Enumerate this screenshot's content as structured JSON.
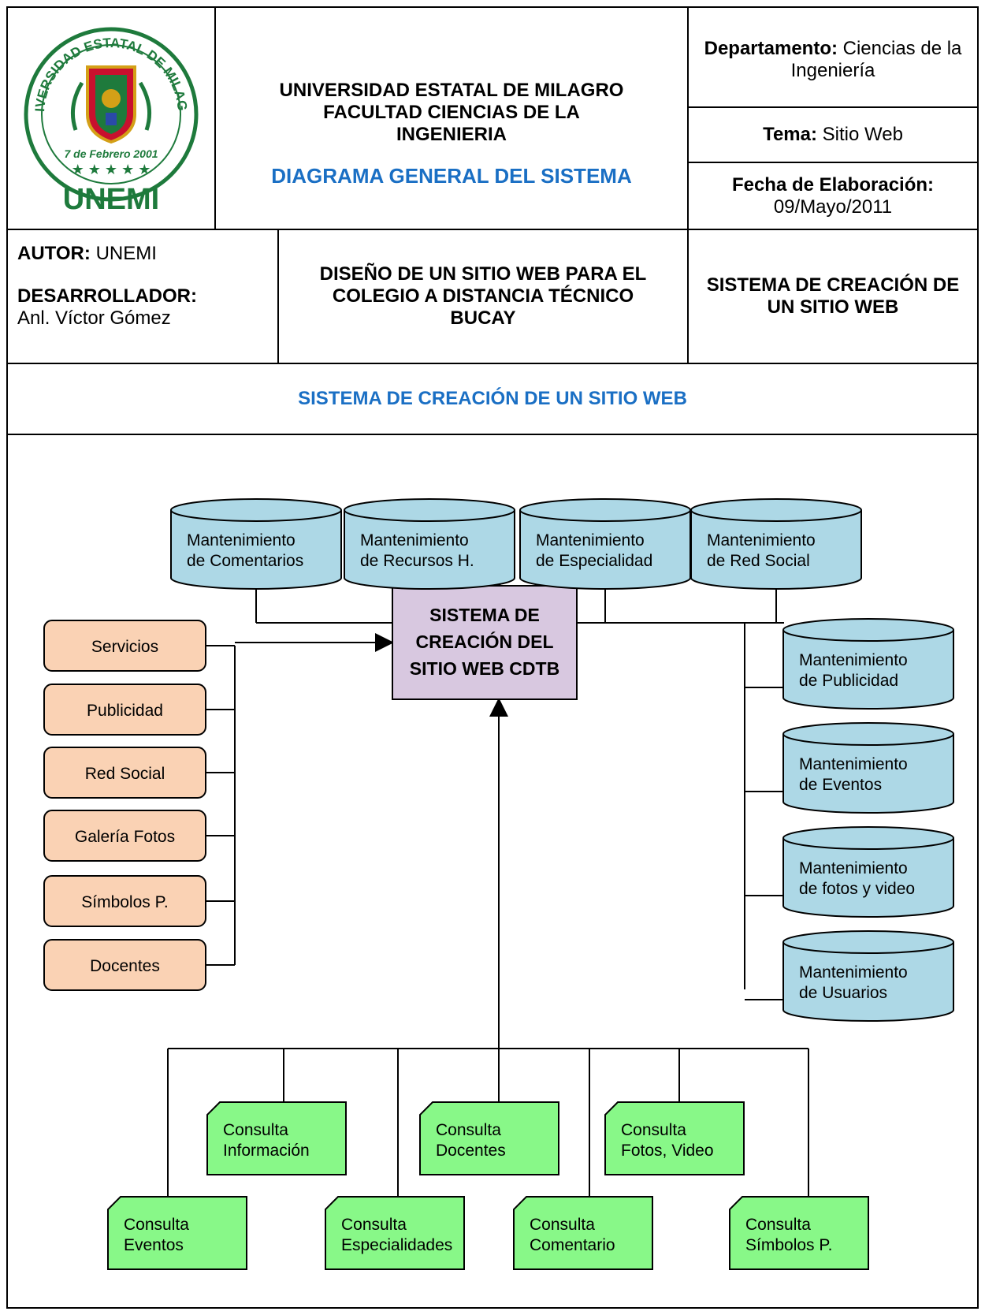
{
  "header": {
    "logo": {
      "ring_text": "UNIVERSIDAD ESTATAL DE MILAGRO",
      "date_text": "7 de Febrero 2001",
      "brand": "UNEMI",
      "colors": {
        "green": "#1e7a3c",
        "red": "#c8102e",
        "gold": "#d4a017"
      }
    },
    "university": "UNIVERSIDAD ESTATAL DE MILAGRO",
    "faculty": "FACULTAD CIENCIAS DE LA INGENIERIA",
    "diagram_title": "DIAGRAMA GENERAL DEL SISTEMA",
    "departamento_label": "Departamento:",
    "departamento_value": "Ciencias de la Ingeniería",
    "tema_label": "Tema:",
    "tema_value": "Sitio Web",
    "fecha_label": "Fecha de Elaboración:",
    "fecha_value": "09/Mayo/2011",
    "autor_label": "AUTOR:",
    "autor_value": "UNEMI",
    "desarrollador_label": "DESARROLLADOR:",
    "desarrollador_value": "Anl. Víctor Gómez",
    "project_title": "DISEÑO DE UN SITIO WEB PARA EL COLEGIO A DISTANCIA TÉCNICO BUCAY",
    "system_title": "SISTEMA DE CREACIÓN DE UN SITIO WEB"
  },
  "section_title": "SISTEMA DE CREACIÓN DE UN SITIO WEB",
  "diagram": {
    "central": "SISTEMA DE CREACIÓN DEL SITIO WEB CDTB",
    "top_databases": [
      "Mantenimiento de Comentarios",
      "Mantenimiento de Recursos H.",
      "Mantenimiento de Especialidad",
      "Mantenimiento de Red Social"
    ],
    "right_databases": [
      "Mantenimiento de Publicidad",
      "Mantenimiento de Eventos",
      "Mantenimiento de fotos y video",
      "Mantenimiento de Usuarios"
    ],
    "left_modules": [
      "Servicios",
      "Publicidad",
      "Red Social",
      "Galería Fotos",
      "Símbolos P.",
      "Docentes"
    ],
    "consultas_upper": [
      "Consulta Información",
      "Consulta Docentes",
      "Consulta Fotos, Video"
    ],
    "consultas_lower": [
      "Consulta Eventos",
      "Consulta Especialidades",
      "Consulta Comentario",
      "Consulta Símbolos P."
    ],
    "colors": {
      "database": "#add8e6",
      "module": "#fad2b4",
      "central": "#d8c8e0",
      "consulta": "#88f888",
      "line": "#000000"
    }
  }
}
